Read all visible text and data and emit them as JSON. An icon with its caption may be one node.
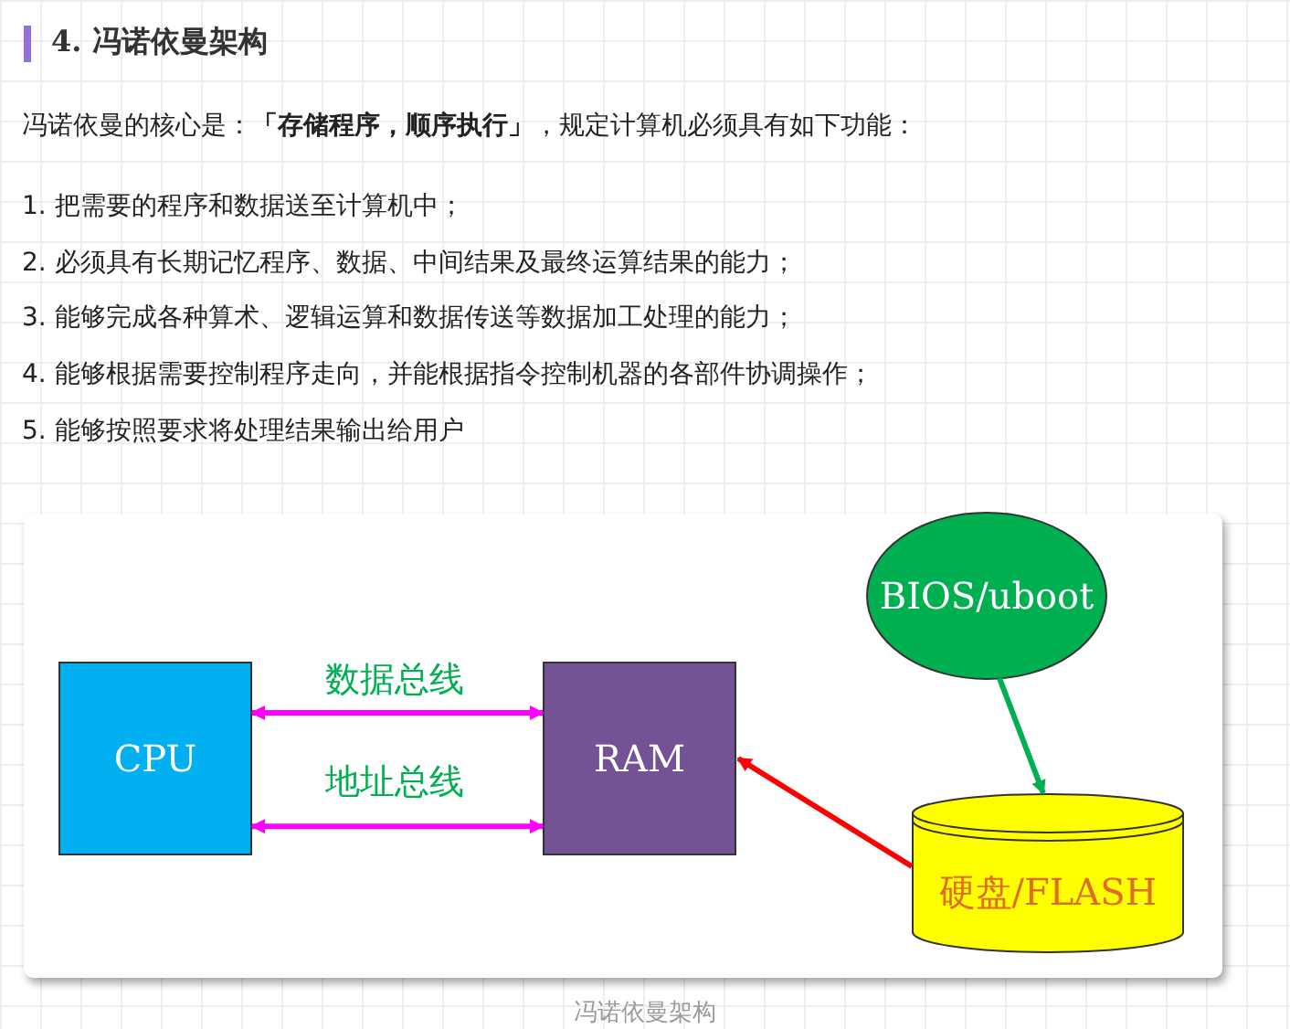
{
  "diagram": {
    "title": "4. 冯诺依曼架构",
    "caption": "冯诺依曼架构",
    "nodes": [
      {
        "text": [
          "CPU"
        ]
      },
      {
        "text": [
          "RAM"
        ]
      },
      {
        "text": [
          "BIOS/uboot"
        ]
      },
      {
        "text": [
          "硬盘/FLASH"
        ]
      }
    ],
    "edges": [
      {
        "from": 0,
        "to": 1,
        "arrow": "both",
        "label": "数据总线"
      },
      {
        "from": 0,
        "to": 1,
        "arrow": "both",
        "label": "地址总线"
      },
      {
        "from": 3,
        "to": 1,
        "arrow": "to",
        "color": "#ff0000"
      },
      {
        "from": 2,
        "to": 3,
        "arrow": "to",
        "color": "#00b050"
      }
    ],
    "labels": [
      "冯诺依曼的核心是：**「存储程序，顺序执行」**，规定计算机必须具有如下功能：",
      "1. 把需要的程序和数据送至计算机中；",
      "2. 必须具有长期记忆程序、数据、中间结果及最终运算结果的能力；",
      "3. 能够完成各种算术、逻辑运算和数据传送等数据加工处理的能力；",
      "4. 能够根据需要控制程序走向，并能根据指令控制机器的各部件协调操作；",
      "5. 能够按照要求将处理结果输出给用户"
    ]
  }
}
